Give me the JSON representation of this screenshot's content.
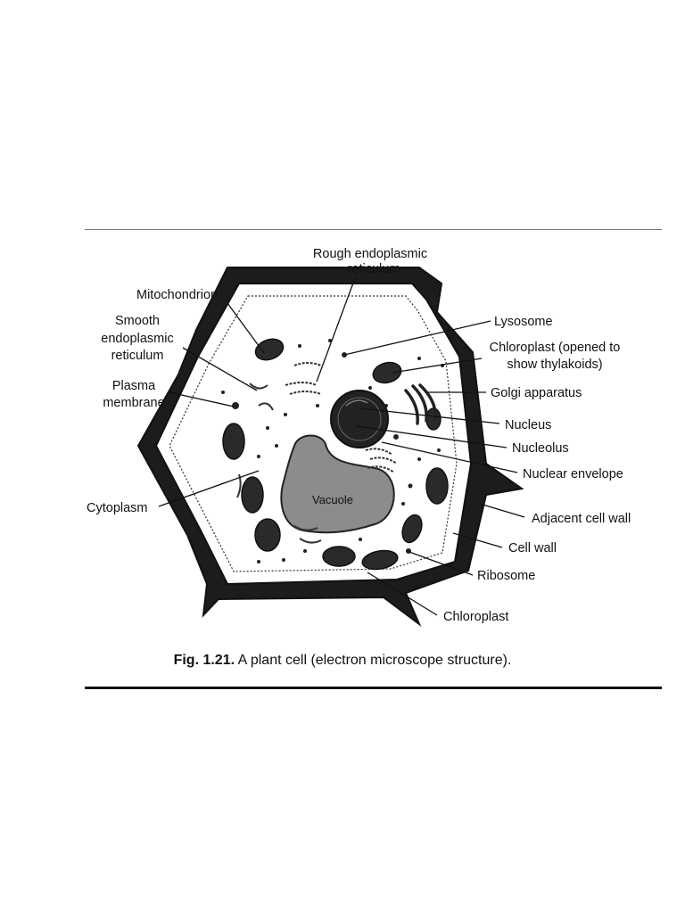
{
  "labels": {
    "rough_er_1": "Rough endoplasmic",
    "rough_er_2": "reticulum",
    "mitochondrion": "Mitochondrion",
    "smooth_er_1": "Smooth",
    "smooth_er_2": "endoplasmic",
    "smooth_er_3": "reticulum",
    "plasma_1": "Plasma",
    "plasma_2": "membrane",
    "cytoplasm": "Cytoplasm",
    "lysosome": "Lysosome",
    "chloroplast_open_1": "Chloroplast (opened to",
    "chloroplast_open_2": "show thylakoids)",
    "golgi": "Golgi apparatus",
    "nucleus": "Nucleus",
    "nucleolus": "Nucleolus",
    "nuclear_envelope": "Nuclear envelope",
    "adjacent_wall": "Adjacent cell wall",
    "cell_wall": "Cell wall",
    "ribosome": "Ribosome",
    "chloroplast": "Chloroplast",
    "vacuole": "Vacuole"
  },
  "caption": {
    "fig_number": "Fig. 1.21.",
    "text": " A plant cell (electron microscope structure)."
  }
}
